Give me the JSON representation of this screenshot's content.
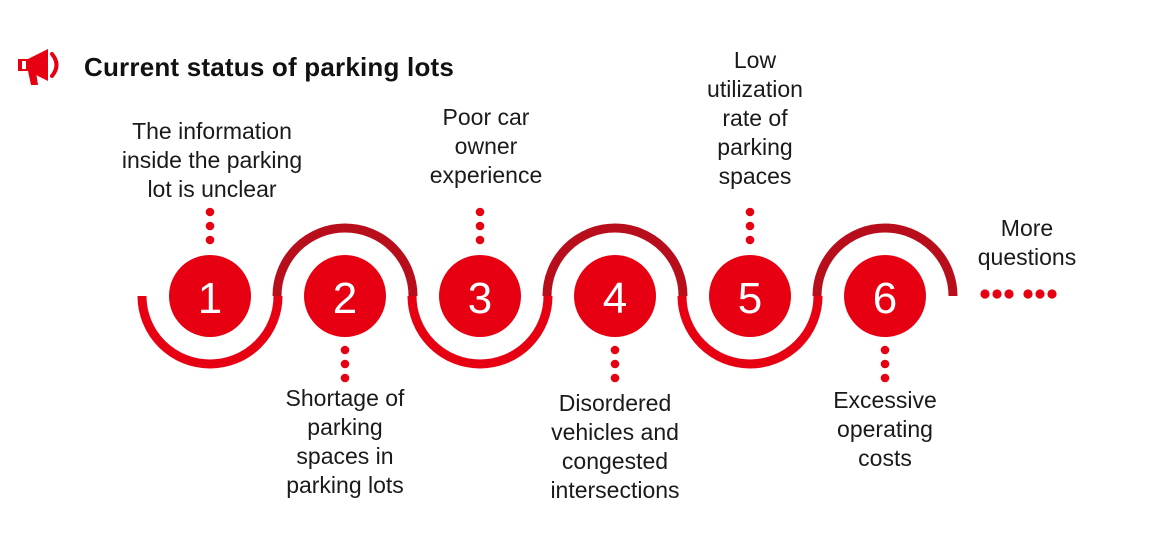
{
  "title": "Current status of parking lots",
  "icon": "megaphone-icon",
  "colors": {
    "primary": "#e60012",
    "dark": "#b80d1a",
    "text": "#1a1a1a"
  },
  "steps": [
    {
      "number": "1",
      "lines": [
        "The information",
        "inside the parking",
        "lot is unclear"
      ]
    },
    {
      "number": "2",
      "lines": [
        "Shortage of",
        "parking",
        "spaces in",
        "parking lots"
      ]
    },
    {
      "number": "3",
      "lines": [
        "Poor car",
        "owner",
        "experience"
      ]
    },
    {
      "number": "4",
      "lines": [
        "Disordered",
        "vehicles and",
        "congested",
        "intersections"
      ]
    },
    {
      "number": "5",
      "lines": [
        "Low",
        "utilization",
        "rate of",
        "parking",
        "spaces"
      ]
    },
    {
      "number": "6",
      "lines": [
        "Excessive",
        "operating",
        "costs"
      ]
    }
  ],
  "more": {
    "lines": [
      "More",
      "questions"
    ]
  }
}
